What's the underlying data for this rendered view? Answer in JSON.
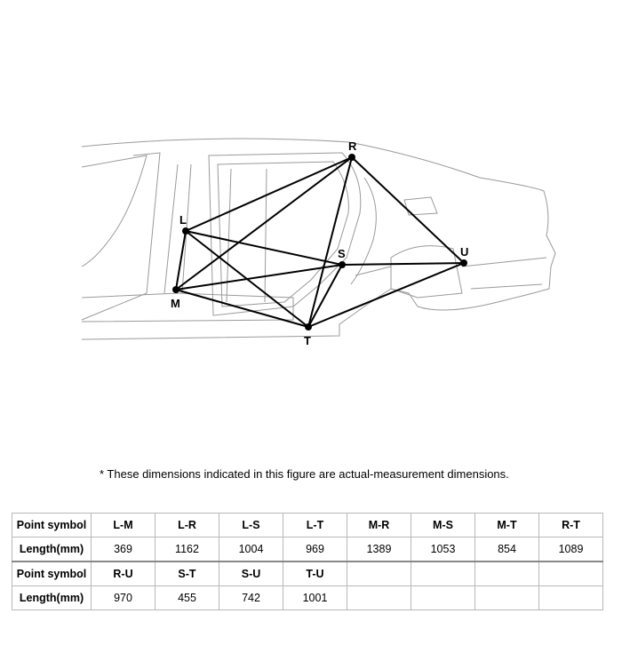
{
  "figure": {
    "points": [
      {
        "id": "L",
        "label": "L"
      },
      {
        "id": "M",
        "label": "M"
      },
      {
        "id": "R",
        "label": "R"
      },
      {
        "id": "S",
        "label": "S"
      },
      {
        "id": "T",
        "label": "T"
      },
      {
        "id": "U",
        "label": "U"
      }
    ],
    "segments": [
      "L-M",
      "L-R",
      "L-S",
      "L-T",
      "M-R",
      "M-S",
      "M-T",
      "R-T",
      "R-U",
      "S-T",
      "S-U",
      "T-U"
    ]
  },
  "note": "*  These dimensions indicated in this figure are actual-measurement dimensions.",
  "table": {
    "row_header_symbol": "Point symbol",
    "row_header_length": "Length(mm)",
    "groups": [
      {
        "symbols": [
          "L-M",
          "L-R",
          "L-S",
          "L-T",
          "M-R",
          "M-S",
          "M-T",
          "R-T"
        ],
        "lengths": [
          "369",
          "1162",
          "1004",
          "969",
          "1389",
          "1053",
          "854",
          "1089"
        ]
      },
      {
        "symbols": [
          "R-U",
          "S-T",
          "S-U",
          "T-U",
          "",
          "",
          "",
          ""
        ],
        "lengths": [
          "970",
          "455",
          "742",
          "1001",
          "",
          "",
          "",
          ""
        ]
      }
    ]
  }
}
